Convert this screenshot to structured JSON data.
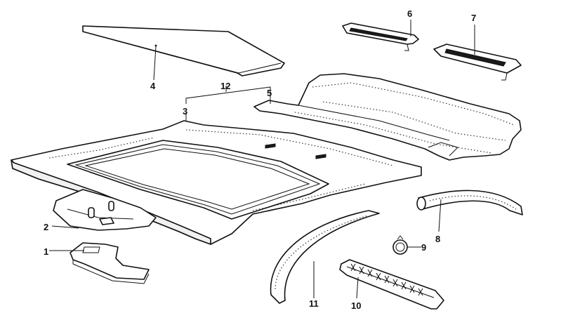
{
  "figure": {
    "callouts": [
      {
        "id": "c1",
        "text": "1"
      },
      {
        "id": "c2",
        "text": "2"
      },
      {
        "id": "c3",
        "text": "3"
      },
      {
        "id": "c4",
        "text": "4"
      },
      {
        "id": "c5",
        "text": "5"
      },
      {
        "id": "c6",
        "text": "6"
      },
      {
        "id": "c7",
        "text": "7"
      },
      {
        "id": "c8",
        "text": "8"
      },
      {
        "id": "c9",
        "text": "9"
      },
      {
        "id": "c10",
        "text": "10"
      },
      {
        "id": "c11",
        "text": "11"
      },
      {
        "id": "c12",
        "text": "12"
      }
    ]
  }
}
